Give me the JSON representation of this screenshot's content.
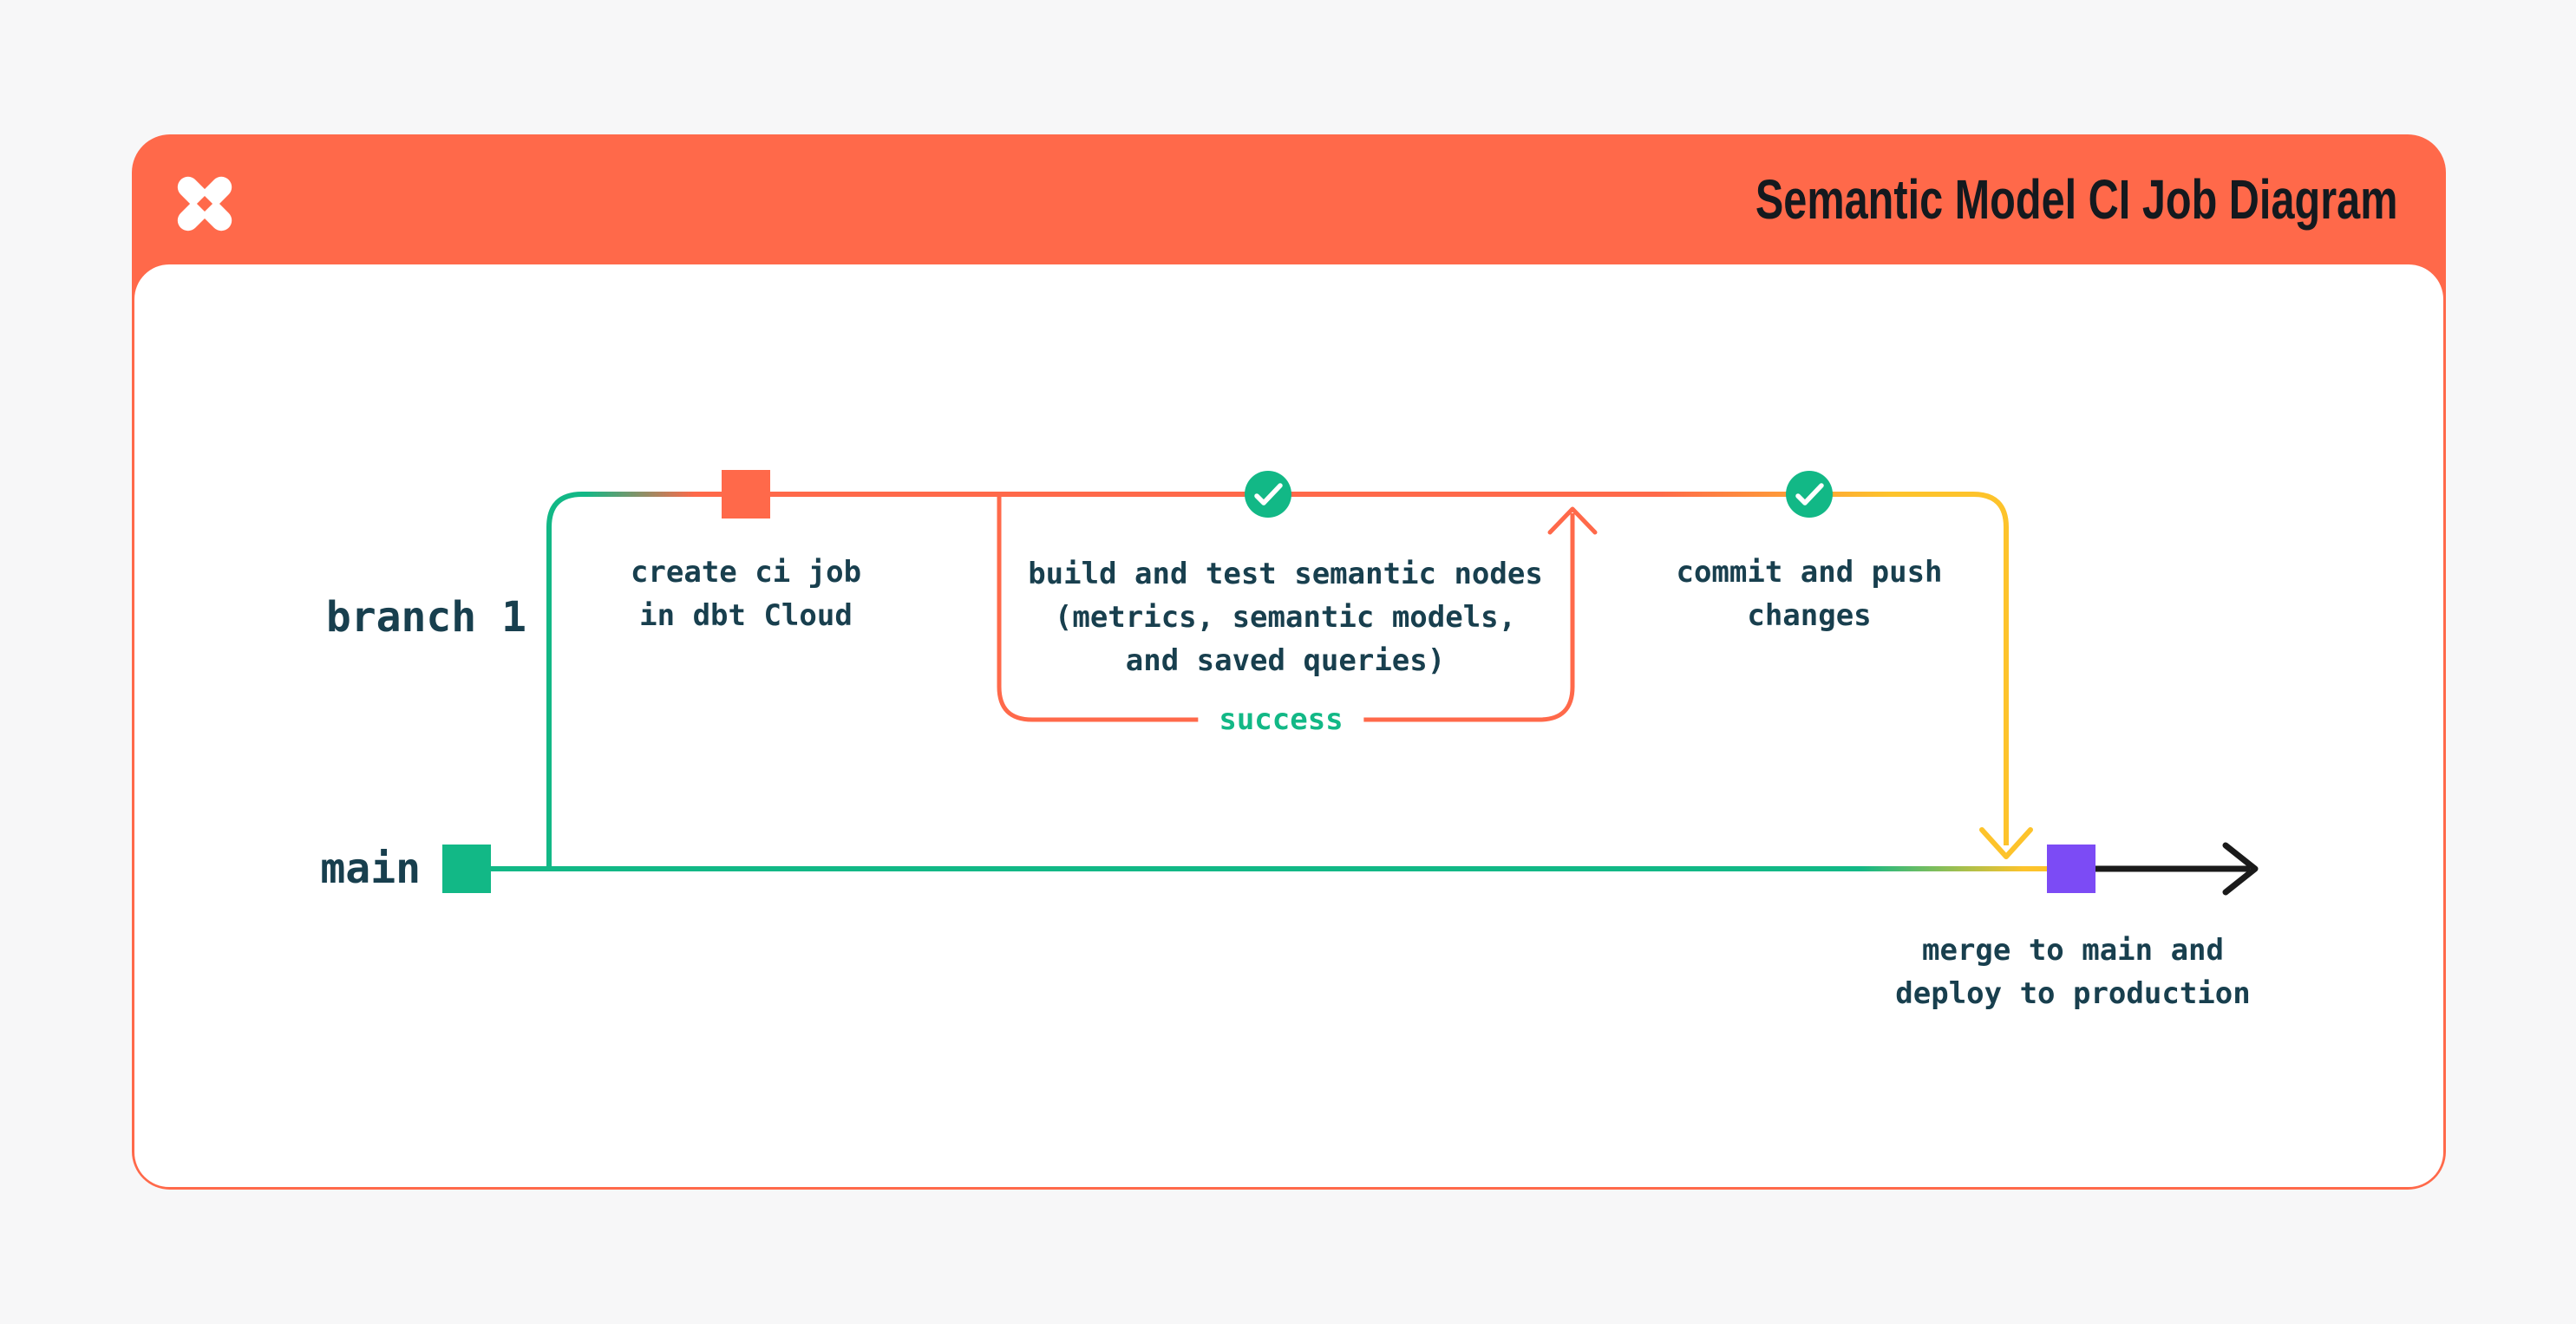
{
  "header": {
    "title": "Semantic Model CI Job Diagram",
    "logo": "dbt-logo",
    "background": "#ff694a"
  },
  "branches": {
    "branch1_label": "branch 1",
    "main_label": "main"
  },
  "nodes": {
    "create_ci": {
      "line1": "create ci job",
      "line2": "in dbt Cloud"
    },
    "build_test": {
      "line1": "build and test semantic nodes",
      "line2": "(metrics, semantic models,",
      "line3": "and saved queries)"
    },
    "commit_push": {
      "line1": "commit and push",
      "line2": "changes"
    },
    "merge": {
      "line1": "merge to main and",
      "line2": "deploy to production"
    }
  },
  "labels": {
    "success": "success"
  },
  "colors": {
    "orange": "#ff694a",
    "green": "#12b886",
    "yellow": "#fdc32b",
    "purple": "#7c4bf5",
    "text_dark": "#183f4e",
    "title_text": "#14191e",
    "page_background": "#f7f7f8",
    "arrow_black": "#1a1a1a"
  }
}
